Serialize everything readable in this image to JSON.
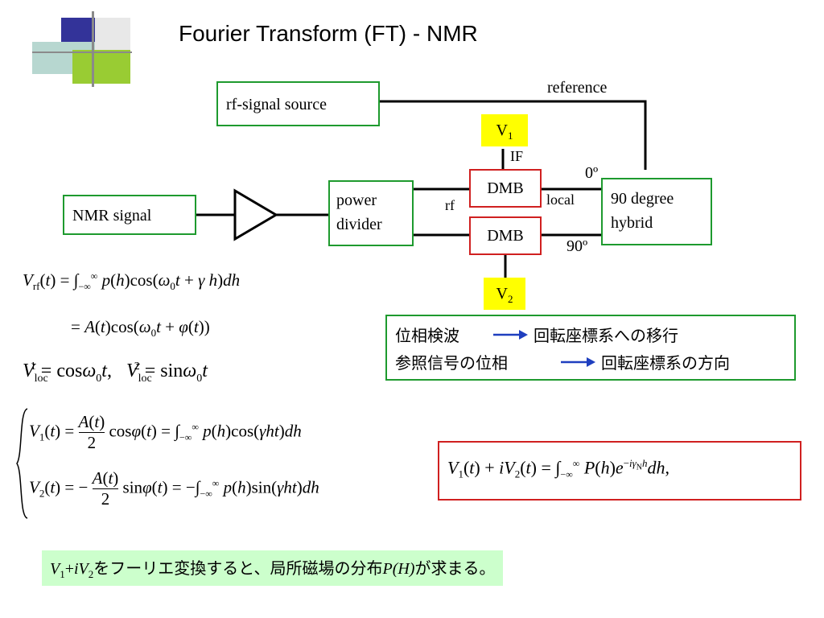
{
  "title": "Fourier Transform (FT) - NMR",
  "diagram": {
    "rf_source": "rf-signal source",
    "reference": "reference",
    "nmr_signal": "NMR signal",
    "power_divider_line1": "power",
    "power_divider_line2": "divider",
    "dmb_top": "DMB",
    "dmb_bottom": "DMB",
    "hybrid_line1": "90 degree",
    "hybrid_line2": "hybrid",
    "v1": "V",
    "v1_sub": "1",
    "v2": "V",
    "v2_sub": "2",
    "if_label": "IF",
    "rf_label": "rf",
    "local_label": "local",
    "deg0": "0º",
    "deg90": "90º"
  },
  "notes": {
    "line1_left": "位相検波",
    "line1_right": "回転座標系への移行",
    "line2_left": "参照信号の位相",
    "line2_right": "回転座標系の方向"
  },
  "bottom_note": {
    "v1": "V",
    "v1_sub": "1",
    "plus": "+",
    "iv2": "iV",
    "v2_sub": "2",
    "text1": "をフーリエ変換すると、局所磁場の分布",
    "ph": "P",
    "hh": "(H)",
    "text2": "が求まる。"
  },
  "colors": {
    "green_border": "#1e9a2e",
    "red_border": "#d02020",
    "yellow": "#ffff00",
    "arrow_blue": "#1f3fbf",
    "note_bg": "#ccffcc"
  }
}
